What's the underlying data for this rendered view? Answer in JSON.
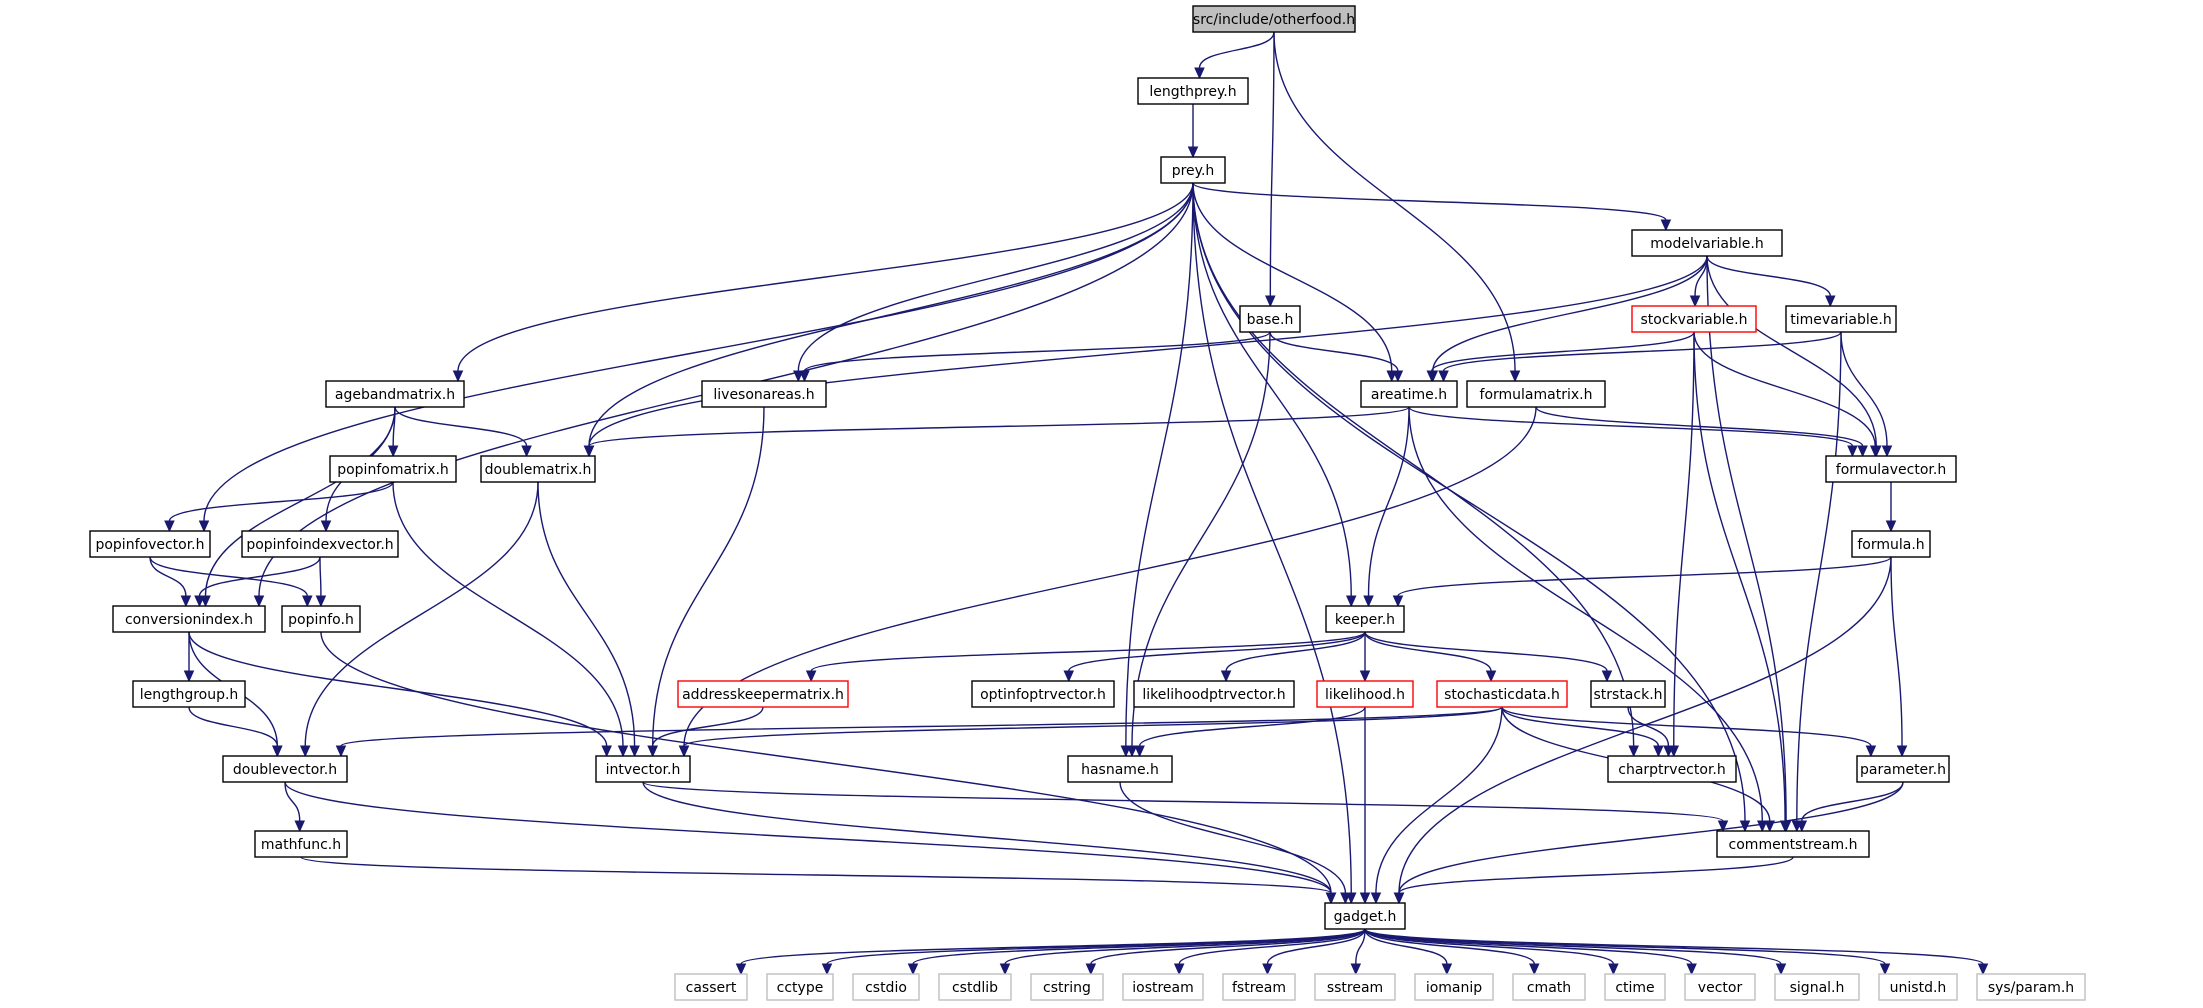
{
  "graph": {
    "title": "src/include/otherfood.h",
    "colors": {
      "edge": "#191970",
      "root_fill": "#bfbfbf",
      "border": "#000000",
      "highlight": "#ff0000",
      "external": "#bfbfbf"
    },
    "nodes": [
      {
        "id": "otherfood",
        "label": "src/include/otherfood.h",
        "style": "root"
      },
      {
        "id": "lengthprey",
        "label": "lengthprey.h",
        "style": "normal"
      },
      {
        "id": "prey",
        "label": "prey.h",
        "style": "normal"
      },
      {
        "id": "modelvariable",
        "label": "modelvariable.h",
        "style": "normal"
      },
      {
        "id": "base",
        "label": "base.h",
        "style": "normal"
      },
      {
        "id": "stockvariable",
        "label": "stockvariable.h",
        "style": "red"
      },
      {
        "id": "timevariable",
        "label": "timevariable.h",
        "style": "normal"
      },
      {
        "id": "agebandmatrix",
        "label": "agebandmatrix.h",
        "style": "normal"
      },
      {
        "id": "livesonareas",
        "label": "livesonareas.h",
        "style": "normal"
      },
      {
        "id": "areatime",
        "label": "areatime.h",
        "style": "normal"
      },
      {
        "id": "formulamatrix",
        "label": "formulamatrix.h",
        "style": "normal"
      },
      {
        "id": "popinfomatrix",
        "label": "popinfomatrix.h",
        "style": "normal"
      },
      {
        "id": "doublematrix",
        "label": "doublematrix.h",
        "style": "normal"
      },
      {
        "id": "formulavector",
        "label": "formulavector.h",
        "style": "normal"
      },
      {
        "id": "popinfovector",
        "label": "popinfovector.h",
        "style": "normal"
      },
      {
        "id": "popinfoindexvector",
        "label": "popinfoindexvector.h",
        "style": "normal"
      },
      {
        "id": "formula",
        "label": "formula.h",
        "style": "normal"
      },
      {
        "id": "conversionindex",
        "label": "conversionindex.h",
        "style": "normal"
      },
      {
        "id": "popinfo",
        "label": "popinfo.h",
        "style": "normal"
      },
      {
        "id": "keeper",
        "label": "keeper.h",
        "style": "normal"
      },
      {
        "id": "lengthgroup",
        "label": "lengthgroup.h",
        "style": "normal"
      },
      {
        "id": "addresskeepermatrix",
        "label": "addresskeepermatrix.h",
        "style": "red"
      },
      {
        "id": "optinfoptrvector",
        "label": "optinfoptrvector.h",
        "style": "normal"
      },
      {
        "id": "likelihoodptrvector",
        "label": "likelihoodptrvector.h",
        "style": "normal"
      },
      {
        "id": "likelihood",
        "label": "likelihood.h",
        "style": "red"
      },
      {
        "id": "stochasticdata",
        "label": "stochasticdata.h",
        "style": "red"
      },
      {
        "id": "strstack",
        "label": "strstack.h",
        "style": "normal"
      },
      {
        "id": "doublevector",
        "label": "doublevector.h",
        "style": "normal"
      },
      {
        "id": "intvector",
        "label": "intvector.h",
        "style": "normal"
      },
      {
        "id": "hasname",
        "label": "hasname.h",
        "style": "normal"
      },
      {
        "id": "charptrvector",
        "label": "charptrvector.h",
        "style": "normal"
      },
      {
        "id": "parameter",
        "label": "parameter.h",
        "style": "normal"
      },
      {
        "id": "mathfunc",
        "label": "mathfunc.h",
        "style": "normal"
      },
      {
        "id": "commentstream",
        "label": "commentstream.h",
        "style": "normal"
      },
      {
        "id": "gadget",
        "label": "gadget.h",
        "style": "normal"
      },
      {
        "id": "cassert",
        "label": "cassert",
        "style": "external"
      },
      {
        "id": "cctype",
        "label": "cctype",
        "style": "external"
      },
      {
        "id": "cstdio",
        "label": "cstdio",
        "style": "external"
      },
      {
        "id": "cstdlib",
        "label": "cstdlib",
        "style": "external"
      },
      {
        "id": "cstring",
        "label": "cstring",
        "style": "external"
      },
      {
        "id": "iostream",
        "label": "iostream",
        "style": "external"
      },
      {
        "id": "fstream",
        "label": "fstream",
        "style": "external"
      },
      {
        "id": "sstream",
        "label": "sstream",
        "style": "external"
      },
      {
        "id": "iomanip",
        "label": "iomanip",
        "style": "external"
      },
      {
        "id": "cmath",
        "label": "cmath",
        "style": "external"
      },
      {
        "id": "ctime",
        "label": "ctime",
        "style": "external"
      },
      {
        "id": "vector",
        "label": "vector",
        "style": "external"
      },
      {
        "id": "signal",
        "label": "signal.h",
        "style": "external"
      },
      {
        "id": "unistd",
        "label": "unistd.h",
        "style": "external"
      },
      {
        "id": "sysparam",
        "label": "sys/param.h",
        "style": "external"
      }
    ],
    "edges": [
      [
        "otherfood",
        "lengthprey"
      ],
      [
        "otherfood",
        "base"
      ],
      [
        "otherfood",
        "formulamatrix"
      ],
      [
        "lengthprey",
        "prey"
      ],
      [
        "prey",
        "modelvariable"
      ],
      [
        "prey",
        "agebandmatrix"
      ],
      [
        "prey",
        "livesonareas"
      ],
      [
        "prey",
        "areatime"
      ],
      [
        "prey",
        "doublematrix"
      ],
      [
        "prey",
        "popinfovector"
      ],
      [
        "prey",
        "conversionindex"
      ],
      [
        "prey",
        "keeper"
      ],
      [
        "prey",
        "hasname"
      ],
      [
        "prey",
        "charptrvector"
      ],
      [
        "prey",
        "commentstream"
      ],
      [
        "prey",
        "gadget"
      ],
      [
        "modelvariable",
        "stockvariable"
      ],
      [
        "modelvariable",
        "timevariable"
      ],
      [
        "modelvariable",
        "areatime"
      ],
      [
        "modelvariable",
        "doublematrix"
      ],
      [
        "modelvariable",
        "formulavector"
      ],
      [
        "modelvariable",
        "commentstream"
      ],
      [
        "base",
        "livesonareas"
      ],
      [
        "base",
        "areatime"
      ],
      [
        "base",
        "hasname"
      ],
      [
        "stockvariable",
        "areatime"
      ],
      [
        "stockvariable",
        "formulavector"
      ],
      [
        "stockvariable",
        "charptrvector"
      ],
      [
        "stockvariable",
        "commentstream"
      ],
      [
        "timevariable",
        "areatime"
      ],
      [
        "timevariable",
        "formulavector"
      ],
      [
        "timevariable",
        "commentstream"
      ],
      [
        "agebandmatrix",
        "doublematrix"
      ],
      [
        "agebandmatrix",
        "popinfomatrix"
      ],
      [
        "agebandmatrix",
        "popinfoindexvector"
      ],
      [
        "agebandmatrix",
        "conversionindex"
      ],
      [
        "livesonareas",
        "intvector"
      ],
      [
        "areatime",
        "doublematrix"
      ],
      [
        "areatime",
        "formulavector"
      ],
      [
        "areatime",
        "keeper"
      ],
      [
        "areatime",
        "commentstream"
      ],
      [
        "formulamatrix",
        "formulavector"
      ],
      [
        "formulamatrix",
        "intvector"
      ],
      [
        "popinfomatrix",
        "popinfovector"
      ],
      [
        "popinfomatrix",
        "intvector"
      ],
      [
        "doublematrix",
        "doublevector"
      ],
      [
        "doublematrix",
        "intvector"
      ],
      [
        "formulavector",
        "formula"
      ],
      [
        "popinfovector",
        "conversionindex"
      ],
      [
        "popinfovector",
        "popinfo"
      ],
      [
        "popinfoindexvector",
        "conversionindex"
      ],
      [
        "popinfoindexvector",
        "popinfo"
      ],
      [
        "formula",
        "keeper"
      ],
      [
        "formula",
        "parameter"
      ],
      [
        "formula",
        "gadget"
      ],
      [
        "conversionindex",
        "lengthgroup"
      ],
      [
        "conversionindex",
        "doublevector"
      ],
      [
        "conversionindex",
        "intvector"
      ],
      [
        "popinfo",
        "gadget"
      ],
      [
        "keeper",
        "addresskeepermatrix"
      ],
      [
        "keeper",
        "optinfoptrvector"
      ],
      [
        "keeper",
        "likelihoodptrvector"
      ],
      [
        "keeper",
        "likelihood"
      ],
      [
        "keeper",
        "stochasticdata"
      ],
      [
        "keeper",
        "strstack"
      ],
      [
        "lengthgroup",
        "doublevector"
      ],
      [
        "addresskeepermatrix",
        "intvector"
      ],
      [
        "likelihood",
        "hasname"
      ],
      [
        "likelihood",
        "gadget"
      ],
      [
        "stochasticdata",
        "doublevector"
      ],
      [
        "stochasticdata",
        "intvector"
      ],
      [
        "stochasticdata",
        "charptrvector"
      ],
      [
        "stochasticdata",
        "parameter"
      ],
      [
        "stochasticdata",
        "commentstream"
      ],
      [
        "stochasticdata",
        "gadget"
      ],
      [
        "strstack",
        "charptrvector"
      ],
      [
        "doublevector",
        "mathfunc"
      ],
      [
        "doublevector",
        "gadget"
      ],
      [
        "intvector",
        "commentstream"
      ],
      [
        "intvector",
        "gadget"
      ],
      [
        "hasname",
        "gadget"
      ],
      [
        "parameter",
        "commentstream"
      ],
      [
        "parameter",
        "gadget"
      ],
      [
        "mathfunc",
        "gadget"
      ],
      [
        "commentstream",
        "gadget"
      ],
      [
        "gadget",
        "cassert"
      ],
      [
        "gadget",
        "cctype"
      ],
      [
        "gadget",
        "cstdio"
      ],
      [
        "gadget",
        "cstdlib"
      ],
      [
        "gadget",
        "cstring"
      ],
      [
        "gadget",
        "iostream"
      ],
      [
        "gadget",
        "fstream"
      ],
      [
        "gadget",
        "sstream"
      ],
      [
        "gadget",
        "iomanip"
      ],
      [
        "gadget",
        "cmath"
      ],
      [
        "gadget",
        "ctime"
      ],
      [
        "gadget",
        "vector"
      ],
      [
        "gadget",
        "signal"
      ],
      [
        "gadget",
        "unistd"
      ],
      [
        "gadget",
        "sysparam"
      ]
    ]
  }
}
